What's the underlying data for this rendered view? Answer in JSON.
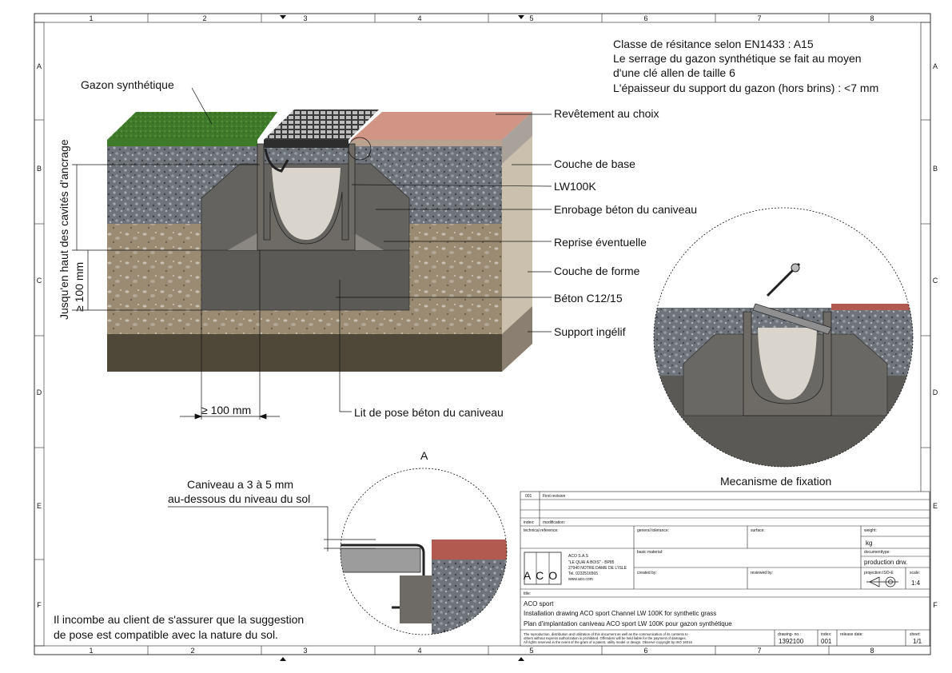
{
  "grid": {
    "columns": [
      "1",
      "2",
      "3",
      "4",
      "5",
      "6",
      "7",
      "8"
    ],
    "rows": [
      "A",
      "B",
      "C",
      "D",
      "E",
      "F"
    ]
  },
  "notes": [
    "Classe de résitance selon EN1433 : A15",
    "Le serrage du gazon synthétique se fait au moyen",
    "d'une clé allen de taille 6",
    "L'épaisseur du support du gazon (hors brins) : <7 mm"
  ],
  "labels": {
    "gazon": "Gazon synthétique",
    "revetement": "Revêtement au choix",
    "couche_base": "Couche de base",
    "lw100k": "LW100K",
    "enrobage": "Enrobage béton du caniveau",
    "reprise": "Reprise éventuelle",
    "couche_forme": "Couche de forme",
    "beton": "Béton C12/15",
    "support": "Support ingélif",
    "lit_pose": "Lit de pose béton du caniveau",
    "dim_width": "≥ 100 mm",
    "vertical_note": "Jusqu'en haut des cavités d'ancrage",
    "vertical_dim": "≥ 100 mm",
    "detail_marker": "A",
    "detail_title": "A",
    "mecanisme": "Mecanisme de fixation",
    "caniveau_line1": "Caniveau a 3 à 5 mm",
    "caniveau_line2": "au-dessous du niveau du sol",
    "client_line1": "Il incombe au client de s'assurer que la suggestion",
    "client_line2": "de pose est compatible avec la nature du sol."
  },
  "title_block": {
    "rev_index": "001",
    "rev_text": "First revision",
    "index_label": "index:",
    "modification_label": "modification:",
    "technical_reference": "technical reference:",
    "general_tolerance": "general tolerance:",
    "surface": "surface:",
    "weight": "weight:",
    "weight_unit": "kg",
    "basic_material": "basic material:",
    "documenttype": "documenttype:",
    "documenttype_value": "production drw.",
    "created_by": "created by:",
    "reviewed_by": "reviewed by:",
    "projection": "projection:ISO-E",
    "scale": "scale:",
    "scale_value": "1:4",
    "company_name": "ACO S.A.S",
    "company_addr1": "\"LE QUAI A BOIS\" - BP85",
    "company_addr2": "27940 NOTRE DAME DE L'ISLE",
    "company_tel": "Tel. 0232516565",
    "company_web": "www.aco.com",
    "logo": "ACO",
    "title_label": "title:",
    "title1": "ACO sport",
    "title2": "Installation drawing ACO sport Channel LW 100K for synthetic grass",
    "title3": "Plan d'implantation caniveau ACO sport LW 100K pour gazon synthétique",
    "legal1": "The reproduction, distribution and utilization of this document as well as the communication of its contents to",
    "legal2": "others without express authorization is prohibited. Offenders will be held liable for the payment of damages.",
    "legal3": "All rights reserved in the event of the grant of a patent, utility model or design. Observe copyright by ISO 16016",
    "drawing_no_label": "drawing- no.:",
    "drawing_no": "1392100",
    "index2_label": "index:",
    "index2": "001",
    "release_date_label": "release date:",
    "sheet_label": "sheet:",
    "sheet_value": "1/1"
  },
  "colors": {
    "grass": "#3f7a2a",
    "paving": "#c98a7c",
    "concrete": "#5f5d5a",
    "channel": "#7a7773",
    "gravel": "#7b7f84",
    "soil": "#9a8a73",
    "frost": "#4d4639"
  }
}
